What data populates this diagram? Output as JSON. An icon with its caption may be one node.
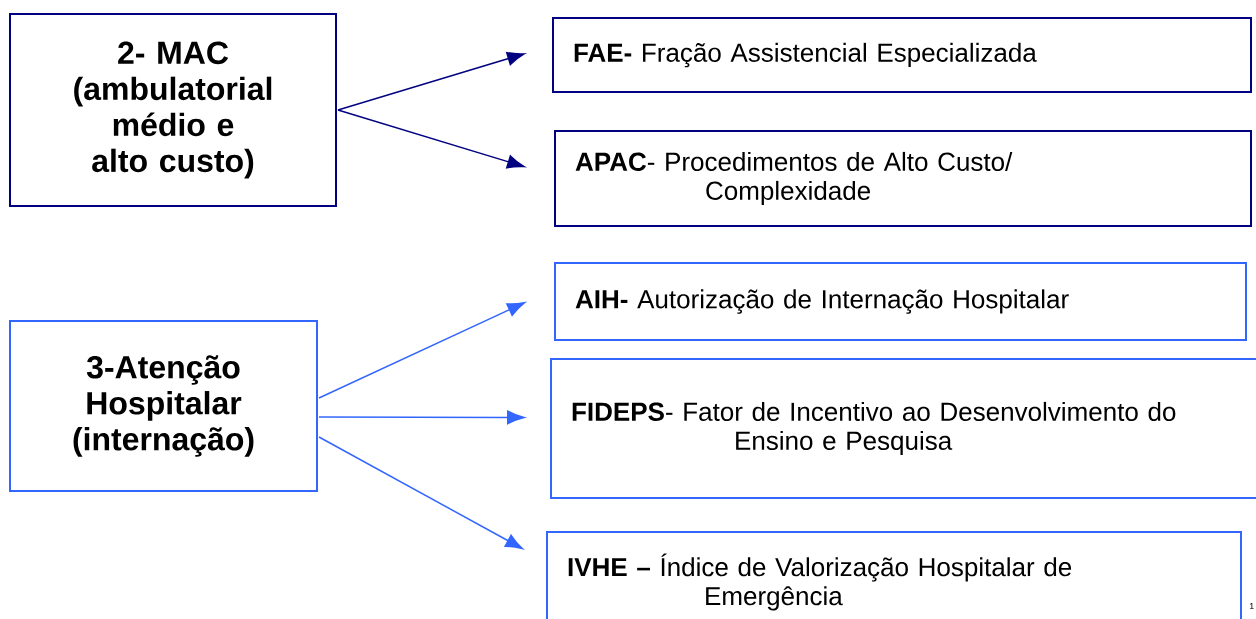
{
  "diagram": {
    "nodes": [
      {
        "text": [
          "2- MAC (ambulatorial médio e alto custo)"
        ]
      },
      {
        "text": [
          "**FAE-** Fração Assistencial Especializada"
        ]
      },
      {
        "text": [
          "**APAC**- Procedimentos de Alto Custo/ Complexidade"
        ]
      },
      {
        "text": [
          "3-Atenção Hospitalar (internação)"
        ]
      },
      {
        "text": [
          "**AIH-** Autorização de Internação Hospitalar"
        ]
      },
      {
        "text": [
          "**FIDEPS**- Fator de Incentivo ao Desenvolvimento do Ensino e Pesquisa"
        ]
      },
      {
        "text": [
          "**IVHE –** Índice de Valorização Hospitalar de Emergência"
        ]
      }
    ],
    "edges": [
      {
        "from": 0,
        "to": 1,
        "arrow": "to",
        "color": "#000080"
      },
      {
        "from": 0,
        "to": 2,
        "arrow": "to",
        "color": "#000080"
      },
      {
        "from": 3,
        "to": 4,
        "arrow": "to"
      },
      {
        "from": 3,
        "to": 5,
        "arrow": "to"
      },
      {
        "from": 3,
        "to": 6,
        "arrow": "to"
      }
    ],
    "labels": [
      "1"
    ]
  }
}
